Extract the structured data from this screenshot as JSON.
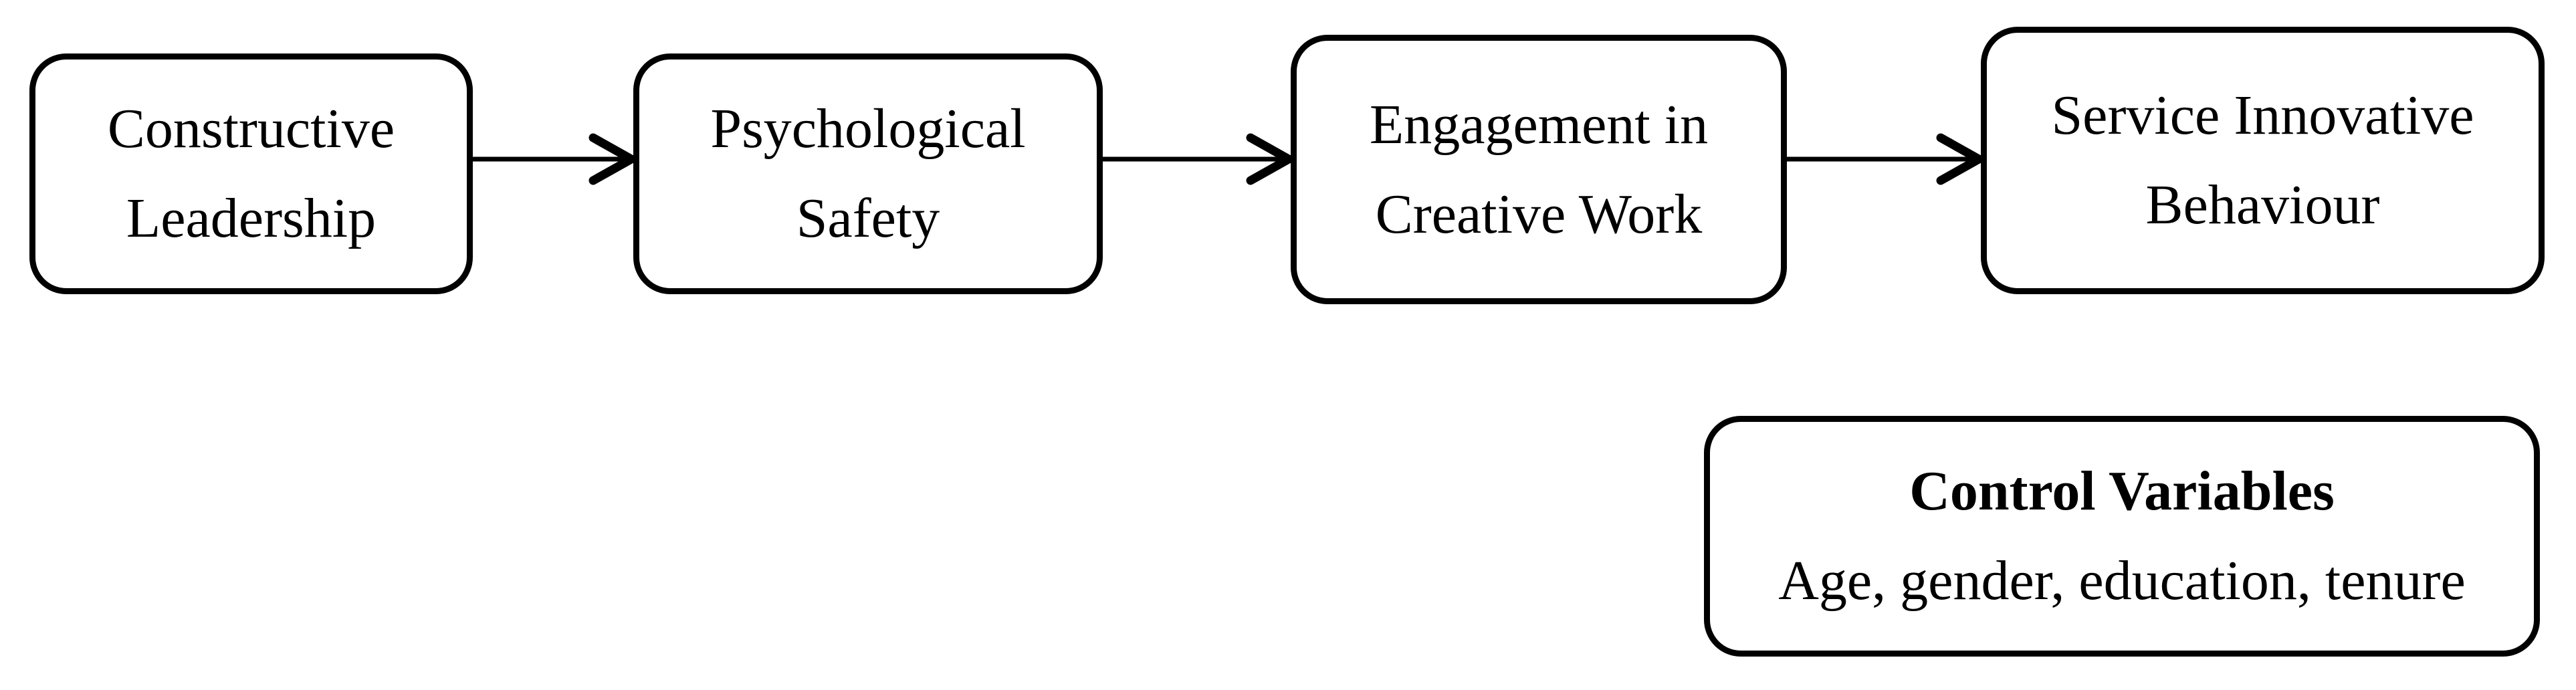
{
  "figure": {
    "type": "path-model-diagram",
    "background_color": "#ffffff",
    "stroke_color": "#000000",
    "text_color": "#000000"
  },
  "nodes": [
    {
      "name": "constructive-leadership",
      "line1": "Constructive",
      "line2": "Leadership"
    },
    {
      "name": "psychological-safety",
      "line1": "Psychological",
      "line2": "Safety"
    },
    {
      "name": "engagement-creative-work",
      "line1": "Engagement in",
      "line2": "Creative Work"
    },
    {
      "name": "service-innovative-behaviour",
      "line1": "Service Innovative",
      "line2": "Behaviour"
    }
  ],
  "arrows": [
    {
      "from": "constructive-leadership",
      "to": "psychological-safety"
    },
    {
      "from": "psychological-safety",
      "to": "engagement-creative-work"
    },
    {
      "from": "engagement-creative-work",
      "to": "service-innovative-behaviour"
    }
  ],
  "control_box": {
    "title": "Control Variables",
    "variables": "Age, gender, education, tenure"
  }
}
